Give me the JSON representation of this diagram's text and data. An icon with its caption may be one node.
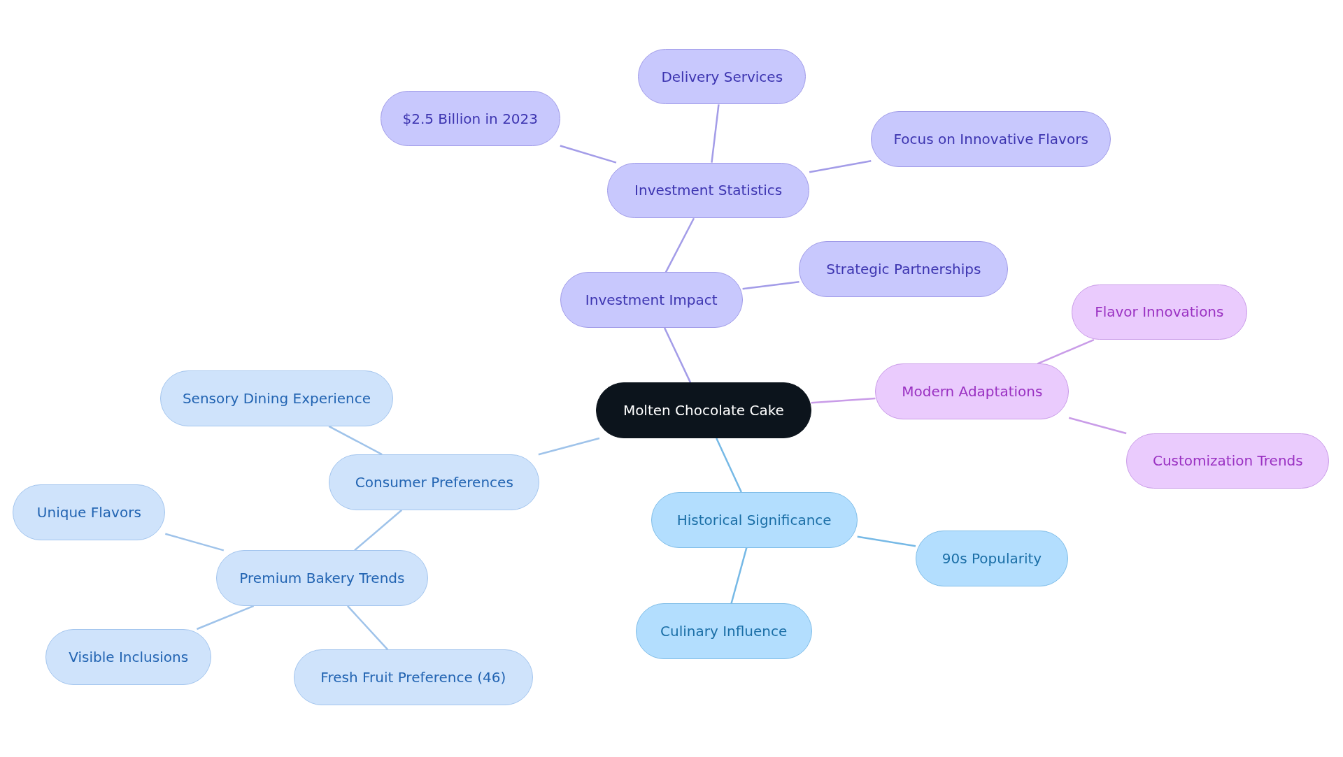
{
  "diagram": {
    "nodes": [
      {
        "text": [
          "Molten Chocolate Cake"
        ]
      },
      {
        "text": [
          "Investment Impact"
        ]
      },
      {
        "text": [
          "Investment Statistics"
        ]
      },
      {
        "text": [
          "$2.5 Billion in 2023"
        ]
      },
      {
        "text": [
          "Delivery Services"
        ]
      },
      {
        "text": [
          "Focus on Innovative Flavors"
        ]
      },
      {
        "text": [
          "Strategic Partnerships"
        ]
      },
      {
        "text": [
          "Modern Adaptations"
        ]
      },
      {
        "text": [
          "Flavor Innovations"
        ]
      },
      {
        "text": [
          "Customization Trends"
        ]
      },
      {
        "text": [
          "Historical Significance"
        ]
      },
      {
        "text": [
          "90s Popularity"
        ]
      },
      {
        "text": [
          "Culinary Influence"
        ]
      },
      {
        "text": [
          "Consumer Preferences"
        ]
      },
      {
        "text": [
          "Sensory Dining Experience"
        ]
      },
      {
        "text": [
          "Premium Bakery Trends"
        ]
      },
      {
        "text": [
          "Unique Flavors"
        ]
      },
      {
        "text": [
          "Visible Inclusions"
        ]
      },
      {
        "text": [
          "Fresh Fruit Preference (46)"
        ]
      }
    ],
    "edges": [
      {
        "from": 0,
        "to": 1,
        "arrow": "none",
        "color": "#a39ce8"
      },
      {
        "from": 1,
        "to": 2,
        "arrow": "none",
        "color": "#a39ce8"
      },
      {
        "from": 2,
        "to": 3,
        "arrow": "none",
        "color": "#a39ce8"
      },
      {
        "from": 2,
        "to": 4,
        "arrow": "none",
        "color": "#a39ce8"
      },
      {
        "from": 2,
        "to": 5,
        "arrow": "none",
        "color": "#a39ce8"
      },
      {
        "from": 1,
        "to": 6,
        "arrow": "none",
        "color": "#a39ce8"
      },
      {
        "from": 0,
        "to": 7,
        "arrow": "none",
        "color": "#c99ce8"
      },
      {
        "from": 7,
        "to": 8,
        "arrow": "none",
        "color": "#c99ce8"
      },
      {
        "from": 7,
        "to": 9,
        "arrow": "none",
        "color": "#c99ce8"
      },
      {
        "from": 0,
        "to": 10,
        "arrow": "none",
        "color": "#76b9e6"
      },
      {
        "from": 10,
        "to": 11,
        "arrow": "none",
        "color": "#76b9e6"
      },
      {
        "from": 10,
        "to": 12,
        "arrow": "none",
        "color": "#76b9e6"
      },
      {
        "from": 0,
        "to": 13,
        "arrow": "none",
        "color": "#9fc3ea"
      },
      {
        "from": 13,
        "to": 14,
        "arrow": "none",
        "color": "#9fc3ea"
      },
      {
        "from": 13,
        "to": 15,
        "arrow": "none",
        "color": "#9fc3ea"
      },
      {
        "from": 15,
        "to": 16,
        "arrow": "none",
        "color": "#9fc3ea"
      },
      {
        "from": 15,
        "to": 17,
        "arrow": "none",
        "color": "#9fc3ea"
      },
      {
        "from": 15,
        "to": 18,
        "arrow": "none",
        "color": "#9fc3ea"
      }
    ]
  }
}
